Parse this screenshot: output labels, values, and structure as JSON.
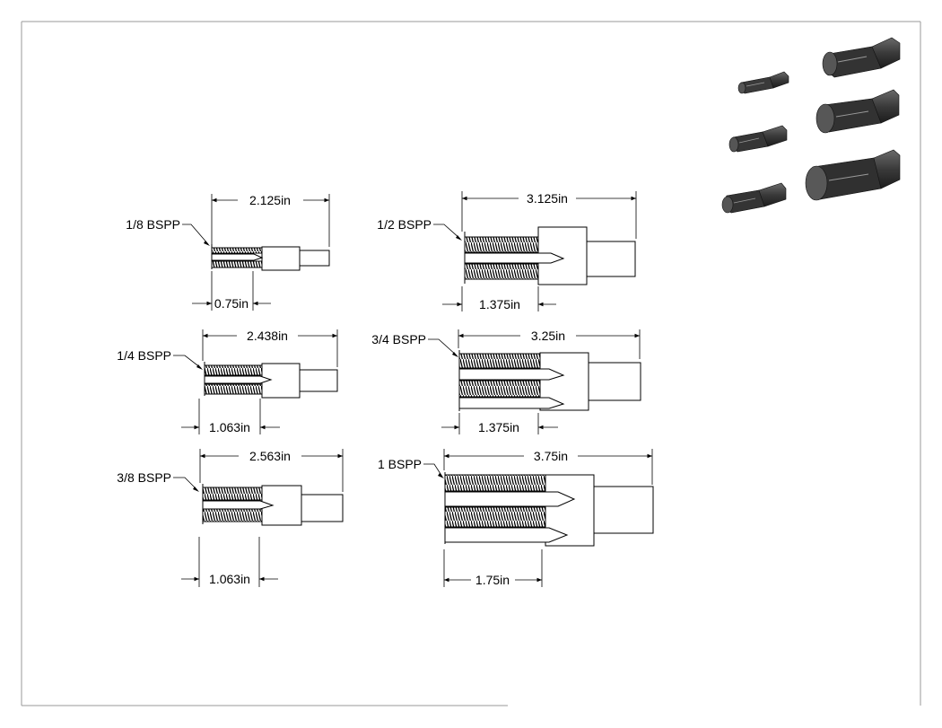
{
  "taps": [
    {
      "size": "1/8 BSPP",
      "overall_length": "2.125in",
      "thread_length": "0.75in"
    },
    {
      "size": "1/4 BSPP",
      "overall_length": "2.438in",
      "thread_length": "1.063in"
    },
    {
      "size": "3/8 BSPP",
      "overall_length": "2.563in",
      "thread_length": "1.063in"
    },
    {
      "size": "1/2 BSPP",
      "overall_length": "3.125in",
      "thread_length": "1.375in"
    },
    {
      "size": "3/4 BSPP",
      "overall_length": "3.25in",
      "thread_length": "1.375in"
    },
    {
      "size": "1 BSPP",
      "overall_length": "3.75in",
      "thread_length": "1.75in"
    }
  ],
  "colors": {
    "line": "#000000",
    "frame": "#9a9a9a",
    "render_dark": "#2e2e2e",
    "render_mid": "#5a5a5a"
  }
}
